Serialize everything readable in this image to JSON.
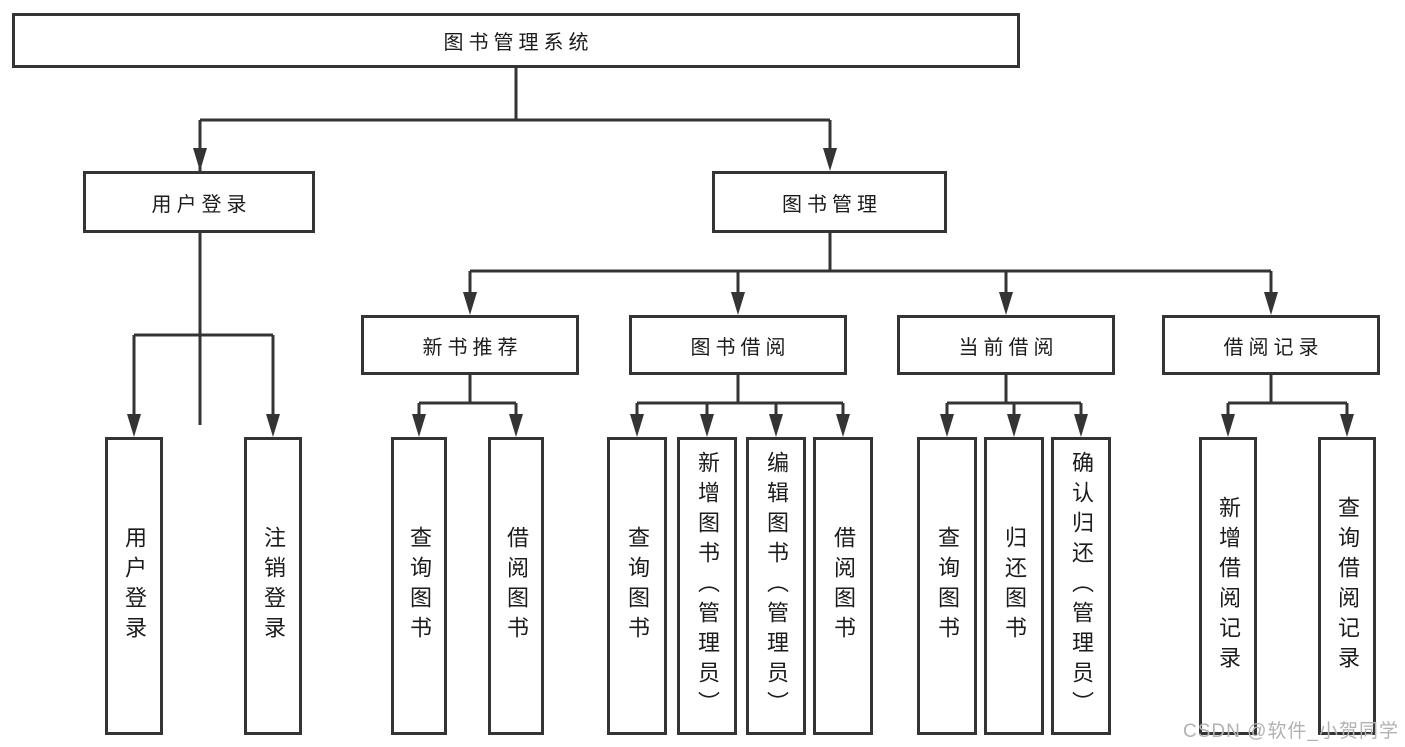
{
  "diagram": {
    "root": {
      "label": "图书管理系统"
    },
    "level1": [
      {
        "label": "用户登录"
      },
      {
        "label": "图书管理"
      }
    ],
    "level2": [
      {
        "label": "新书推荐"
      },
      {
        "label": "图书借阅"
      },
      {
        "label": "当前借阅"
      },
      {
        "label": "借阅记录"
      }
    ],
    "leaves": {
      "user_login": [
        "用户登录",
        "注销登录"
      ],
      "new_books": [
        "查询图书",
        "借阅图书"
      ],
      "book_borrow": [
        "查询图书",
        "新增图书（管理员）",
        "编辑图书（管理员）",
        "借阅图书"
      ],
      "current_borrow": [
        "查询图书",
        "归还图书",
        "确认归还（管理员）"
      ],
      "borrow_records": [
        "新增借阅记录",
        "查询借阅记录"
      ]
    }
  },
  "watermark": {
    "text": "CSDN @软件_小贺同学"
  },
  "colors": {
    "line": "#343434",
    "border": "#343434",
    "text": "#1c1c1c",
    "watermark": "#b2b2b2",
    "background": "#ffffff"
  }
}
